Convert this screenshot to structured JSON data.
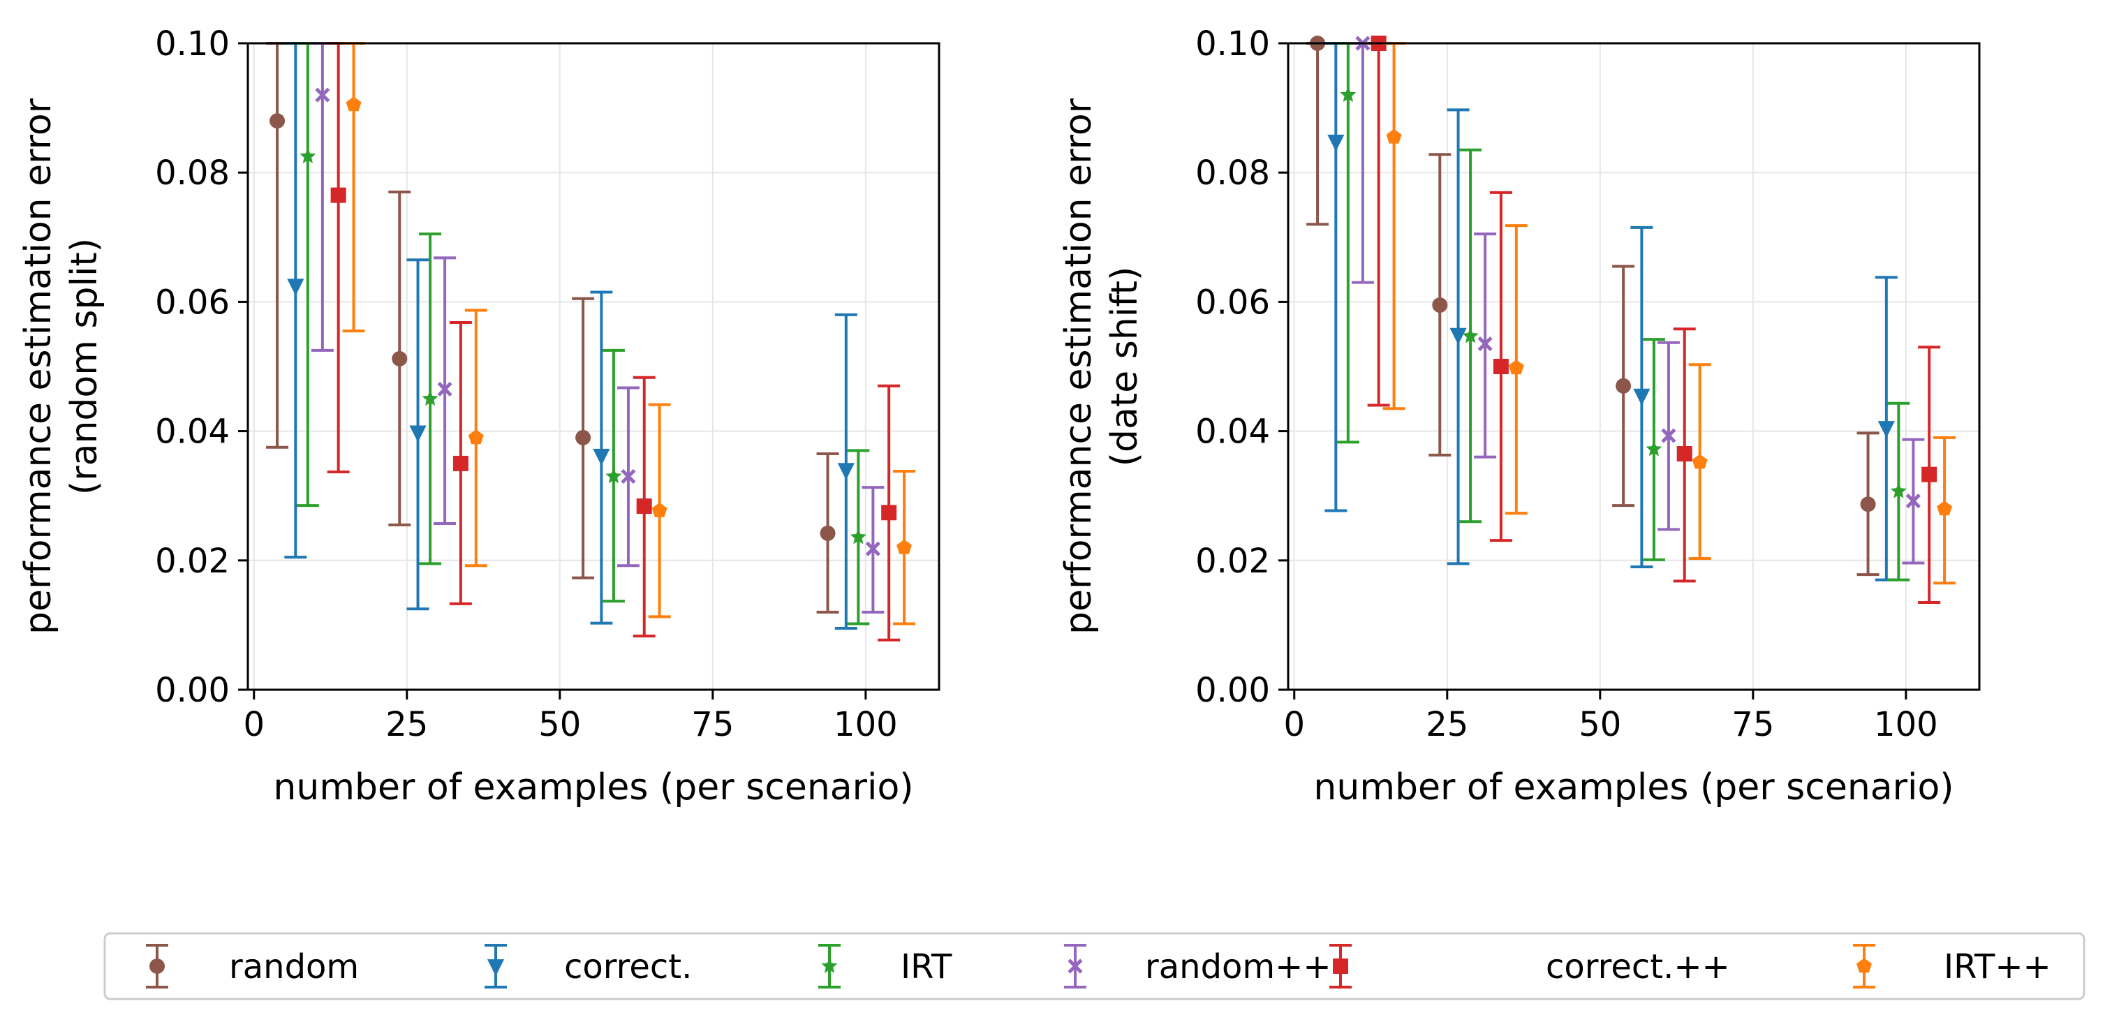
{
  "chart_data": [
    {
      "type": "errorbar",
      "xlabel": "number of examples (per scenario)",
      "ylabel": [
        "performance estimation error",
        "(random split)"
      ],
      "xlim": [
        -1,
        112
      ],
      "ylim": [
        0,
        0.1
      ],
      "xticks": [
        0,
        25,
        50,
        75,
        100
      ],
      "yticks": [
        "0.00",
        "0.02",
        "0.04",
        "0.06",
        "0.08",
        "0.10"
      ],
      "grid": true,
      "series": [
        {
          "name": "random",
          "color": "#8c564b",
          "marker": "circle",
          "points": [
            {
              "x": 3.8,
              "y": 0.088,
              "lo": 0.0375,
              "hi": 0.1
            },
            {
              "x": 23.8,
              "y": 0.0512,
              "lo": 0.0255,
              "hi": 0.077
            },
            {
              "x": 53.8,
              "y": 0.039,
              "lo": 0.0173,
              "hi": 0.0605
            },
            {
              "x": 93.8,
              "y": 0.0242,
              "lo": 0.012,
              "hi": 0.0365
            }
          ]
        },
        {
          "name": "correct.",
          "color": "#1f77b4",
          "marker": "triangle-down",
          "points": [
            {
              "x": 6.8,
              "y": 0.0625,
              "lo": 0.0205,
              "hi": 0.1
            },
            {
              "x": 26.8,
              "y": 0.0398,
              "lo": 0.0125,
              "hi": 0.0665
            },
            {
              "x": 56.8,
              "y": 0.0362,
              "lo": 0.0103,
              "hi": 0.0615
            },
            {
              "x": 96.8,
              "y": 0.034,
              "lo": 0.0095,
              "hi": 0.058
            }
          ]
        },
        {
          "name": "IRT",
          "color": "#2ca02c",
          "marker": "star",
          "points": [
            {
              "x": 8.8,
              "y": 0.0825,
              "lo": 0.0285,
              "hi": 0.1
            },
            {
              "x": 28.8,
              "y": 0.045,
              "lo": 0.0195,
              "hi": 0.0705
            },
            {
              "x": 58.8,
              "y": 0.033,
              "lo": 0.0137,
              "hi": 0.0525
            },
            {
              "x": 98.8,
              "y": 0.0236,
              "lo": 0.0102,
              "hi": 0.037
            }
          ]
        },
        {
          "name": "random++",
          "color": "#9467bd",
          "marker": "x",
          "points": [
            {
              "x": 11.2,
              "y": 0.092,
              "lo": 0.0525,
              "hi": 0.1
            },
            {
              "x": 31.2,
              "y": 0.0465,
              "lo": 0.0257,
              "hi": 0.0668
            },
            {
              "x": 61.2,
              "y": 0.033,
              "lo": 0.0192,
              "hi": 0.0467
            },
            {
              "x": 101.2,
              "y": 0.0218,
              "lo": 0.012,
              "hi": 0.0313
            }
          ]
        },
        {
          "name": "correct.++",
          "color": "#d62728",
          "marker": "square",
          "points": [
            {
              "x": 13.8,
              "y": 0.0765,
              "lo": 0.0337,
              "hi": 0.1
            },
            {
              "x": 33.8,
              "y": 0.035,
              "lo": 0.0133,
              "hi": 0.0568
            },
            {
              "x": 63.8,
              "y": 0.0284,
              "lo": 0.0083,
              "hi": 0.0483
            },
            {
              "x": 103.8,
              "y": 0.0274,
              "lo": 0.0077,
              "hi": 0.047
            }
          ]
        },
        {
          "name": "IRT++",
          "color": "#ff7f0e",
          "marker": "pentagon",
          "points": [
            {
              "x": 16.3,
              "y": 0.0905,
              "lo": 0.0555,
              "hi": 0.1
            },
            {
              "x": 36.3,
              "y": 0.039,
              "lo": 0.0192,
              "hi": 0.0587
            },
            {
              "x": 66.3,
              "y": 0.0277,
              "lo": 0.0113,
              "hi": 0.0441
            },
            {
              "x": 106.3,
              "y": 0.022,
              "lo": 0.0102,
              "hi": 0.0338
            }
          ]
        }
      ]
    },
    {
      "type": "errorbar",
      "xlabel": "number of examples (per scenario)",
      "ylabel": [
        "performance estimation error",
        "(date shift)"
      ],
      "xlim": [
        -1,
        112
      ],
      "ylim": [
        0,
        0.1
      ],
      "xticks": [
        0,
        25,
        50,
        75,
        100
      ],
      "yticks": [
        "0.00",
        "0.02",
        "0.04",
        "0.06",
        "0.08",
        "0.10"
      ],
      "grid": true,
      "series": [
        {
          "name": "random",
          "color": "#8c564b",
          "marker": "circle",
          "points": [
            {
              "x": 3.8,
              "y": 0.1,
              "lo": 0.072,
              "hi": 0.1
            },
            {
              "x": 23.8,
              "y": 0.0595,
              "lo": 0.0363,
              "hi": 0.0828
            },
            {
              "x": 53.8,
              "y": 0.047,
              "lo": 0.0285,
              "hi": 0.0655
            },
            {
              "x": 93.8,
              "y": 0.0287,
              "lo": 0.0178,
              "hi": 0.0397
            }
          ]
        },
        {
          "name": "correct.",
          "color": "#1f77b4",
          "marker": "triangle-down",
          "points": [
            {
              "x": 6.8,
              "y": 0.0848,
              "lo": 0.0277,
              "hi": 0.1
            },
            {
              "x": 26.8,
              "y": 0.0549,
              "lo": 0.0195,
              "hi": 0.0897
            },
            {
              "x": 56.8,
              "y": 0.0455,
              "lo": 0.019,
              "hi": 0.0715
            },
            {
              "x": 96.8,
              "y": 0.0405,
              "lo": 0.017,
              "hi": 0.0638
            }
          ]
        },
        {
          "name": "IRT",
          "color": "#2ca02c",
          "marker": "star",
          "points": [
            {
              "x": 8.8,
              "y": 0.092,
              "lo": 0.0383,
              "hi": 0.1
            },
            {
              "x": 28.8,
              "y": 0.0547,
              "lo": 0.026,
              "hi": 0.0835
            },
            {
              "x": 58.8,
              "y": 0.0372,
              "lo": 0.0201,
              "hi": 0.0542
            },
            {
              "x": 98.8,
              "y": 0.0307,
              "lo": 0.017,
              "hi": 0.0443
            }
          ]
        },
        {
          "name": "random++",
          "color": "#9467bd",
          "marker": "x",
          "points": [
            {
              "x": 11.2,
              "y": 0.1,
              "lo": 0.063,
              "hi": 0.1
            },
            {
              "x": 31.2,
              "y": 0.0535,
              "lo": 0.036,
              "hi": 0.0705
            },
            {
              "x": 61.2,
              "y": 0.0393,
              "lo": 0.0248,
              "hi": 0.0537
            },
            {
              "x": 101.2,
              "y": 0.0292,
              "lo": 0.0196,
              "hi": 0.0387
            }
          ]
        },
        {
          "name": "correct.++",
          "color": "#d62728",
          "marker": "square",
          "points": [
            {
              "x": 13.8,
              "y": 0.1,
              "lo": 0.044,
              "hi": 0.1
            },
            {
              "x": 33.8,
              "y": 0.05,
              "lo": 0.0231,
              "hi": 0.0769
            },
            {
              "x": 63.8,
              "y": 0.0365,
              "lo": 0.0168,
              "hi": 0.0558
            },
            {
              "x": 103.8,
              "y": 0.0333,
              "lo": 0.0135,
              "hi": 0.053
            }
          ]
        },
        {
          "name": "IRT++",
          "color": "#ff7f0e",
          "marker": "pentagon",
          "points": [
            {
              "x": 16.3,
              "y": 0.0855,
              "lo": 0.0435,
              "hi": 0.1
            },
            {
              "x": 36.3,
              "y": 0.0498,
              "lo": 0.0273,
              "hi": 0.0718
            },
            {
              "x": 66.3,
              "y": 0.0352,
              "lo": 0.0203,
              "hi": 0.0503
            },
            {
              "x": 106.3,
              "y": 0.028,
              "lo": 0.0165,
              "hi": 0.039
            }
          ]
        }
      ]
    }
  ],
  "legend": {
    "placement": "bottom",
    "entries": [
      {
        "label": "random",
        "color": "#8c564b",
        "marker": "circle"
      },
      {
        "label": "correct.",
        "color": "#1f77b4",
        "marker": "triangle-down"
      },
      {
        "label": "IRT",
        "color": "#2ca02c",
        "marker": "star"
      },
      {
        "label": "random++",
        "color": "#9467bd",
        "marker": "x"
      },
      {
        "label": "correct.++",
        "color": "#d62728",
        "marker": "square"
      },
      {
        "label": "IRT++",
        "color": "#ff7f0e",
        "marker": "pentagon"
      }
    ]
  }
}
